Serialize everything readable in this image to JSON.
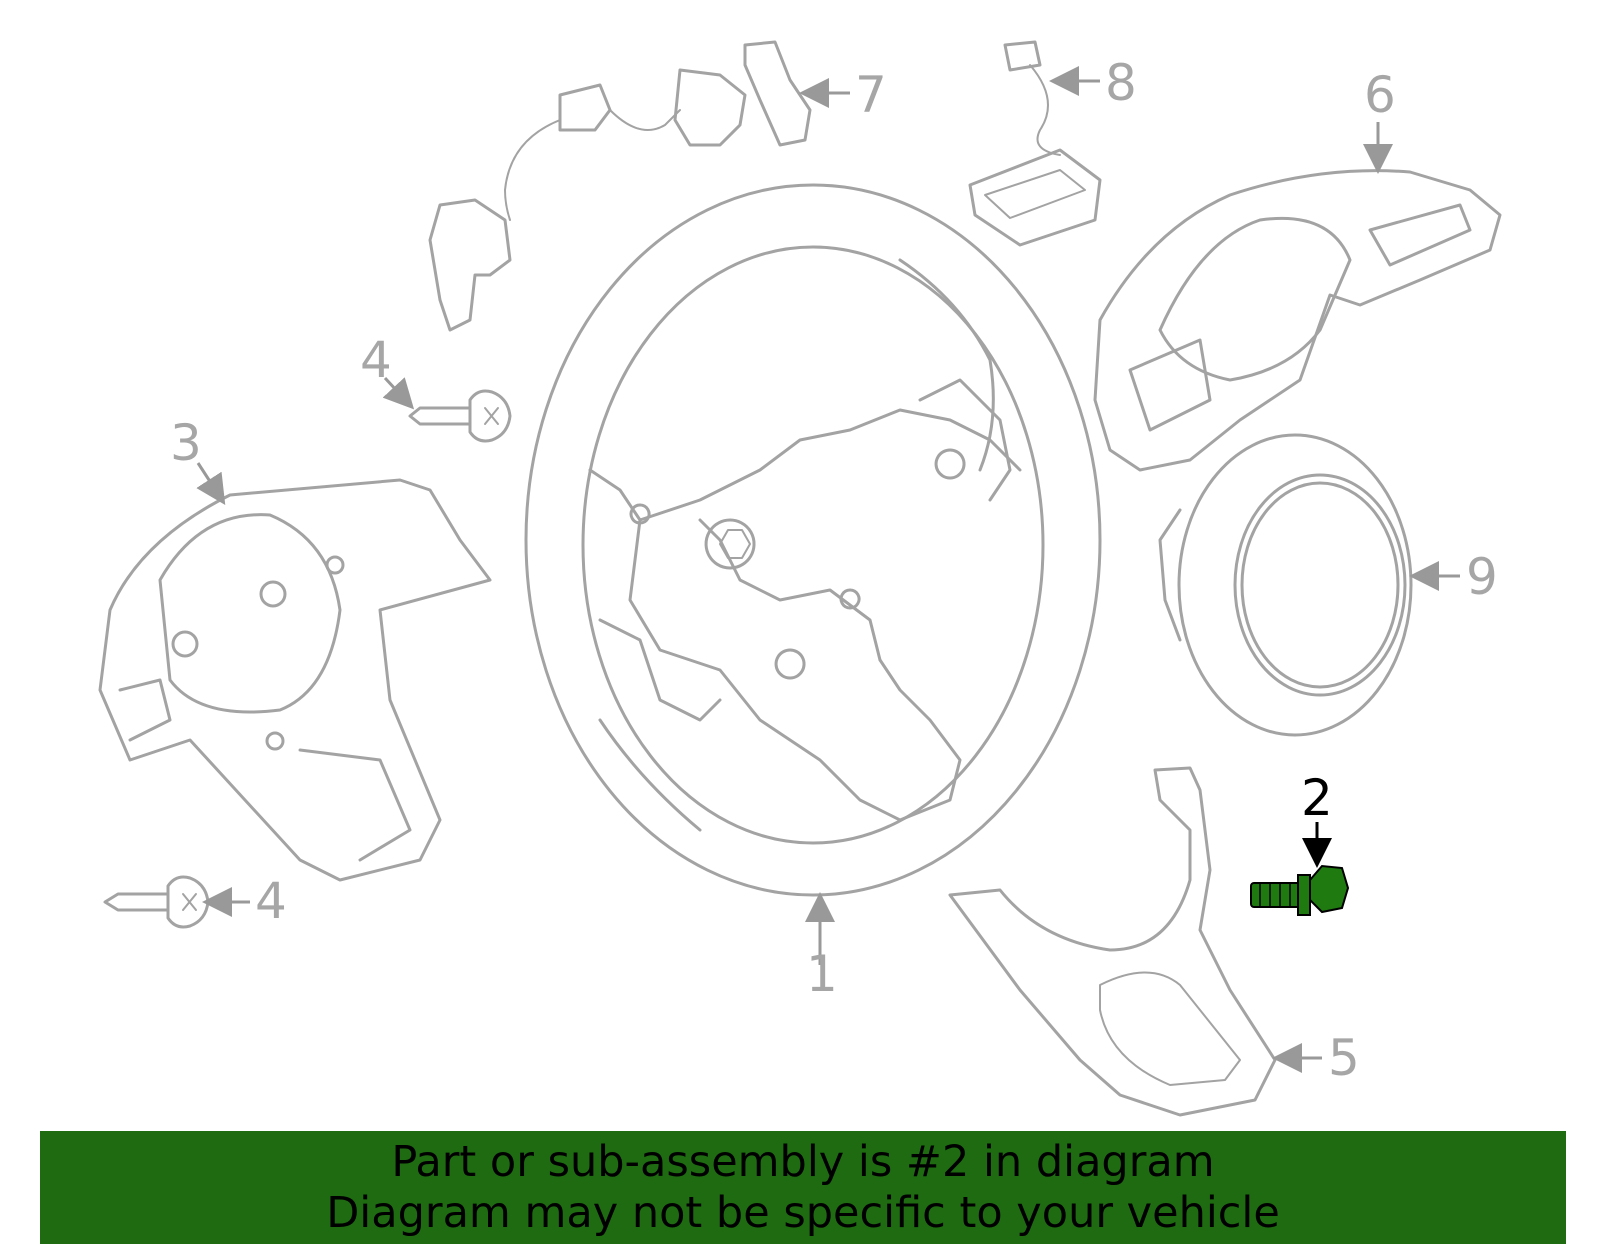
{
  "colors": {
    "part_outline": "#a3a3a3",
    "callout": "#a6a6a6",
    "highlight_part": "#1f7a10",
    "highlight_label": "#000000",
    "banner_background": "#1e6b12",
    "banner_text": "#000000"
  },
  "callouts": {
    "steering_wheel": "1",
    "highlighted_bolt": "2",
    "left_cover": "3",
    "screw_upper": "4",
    "screw_lower": "4",
    "lower_garnish": "5",
    "right_cover": "6",
    "paddle_shifter_harness": "7",
    "switch_connector": "8",
    "horn_pad": "9"
  },
  "banner": {
    "line1": "Part or sub-assembly is #2 in diagram",
    "line2": "Diagram may not be specific to your vehicle"
  }
}
